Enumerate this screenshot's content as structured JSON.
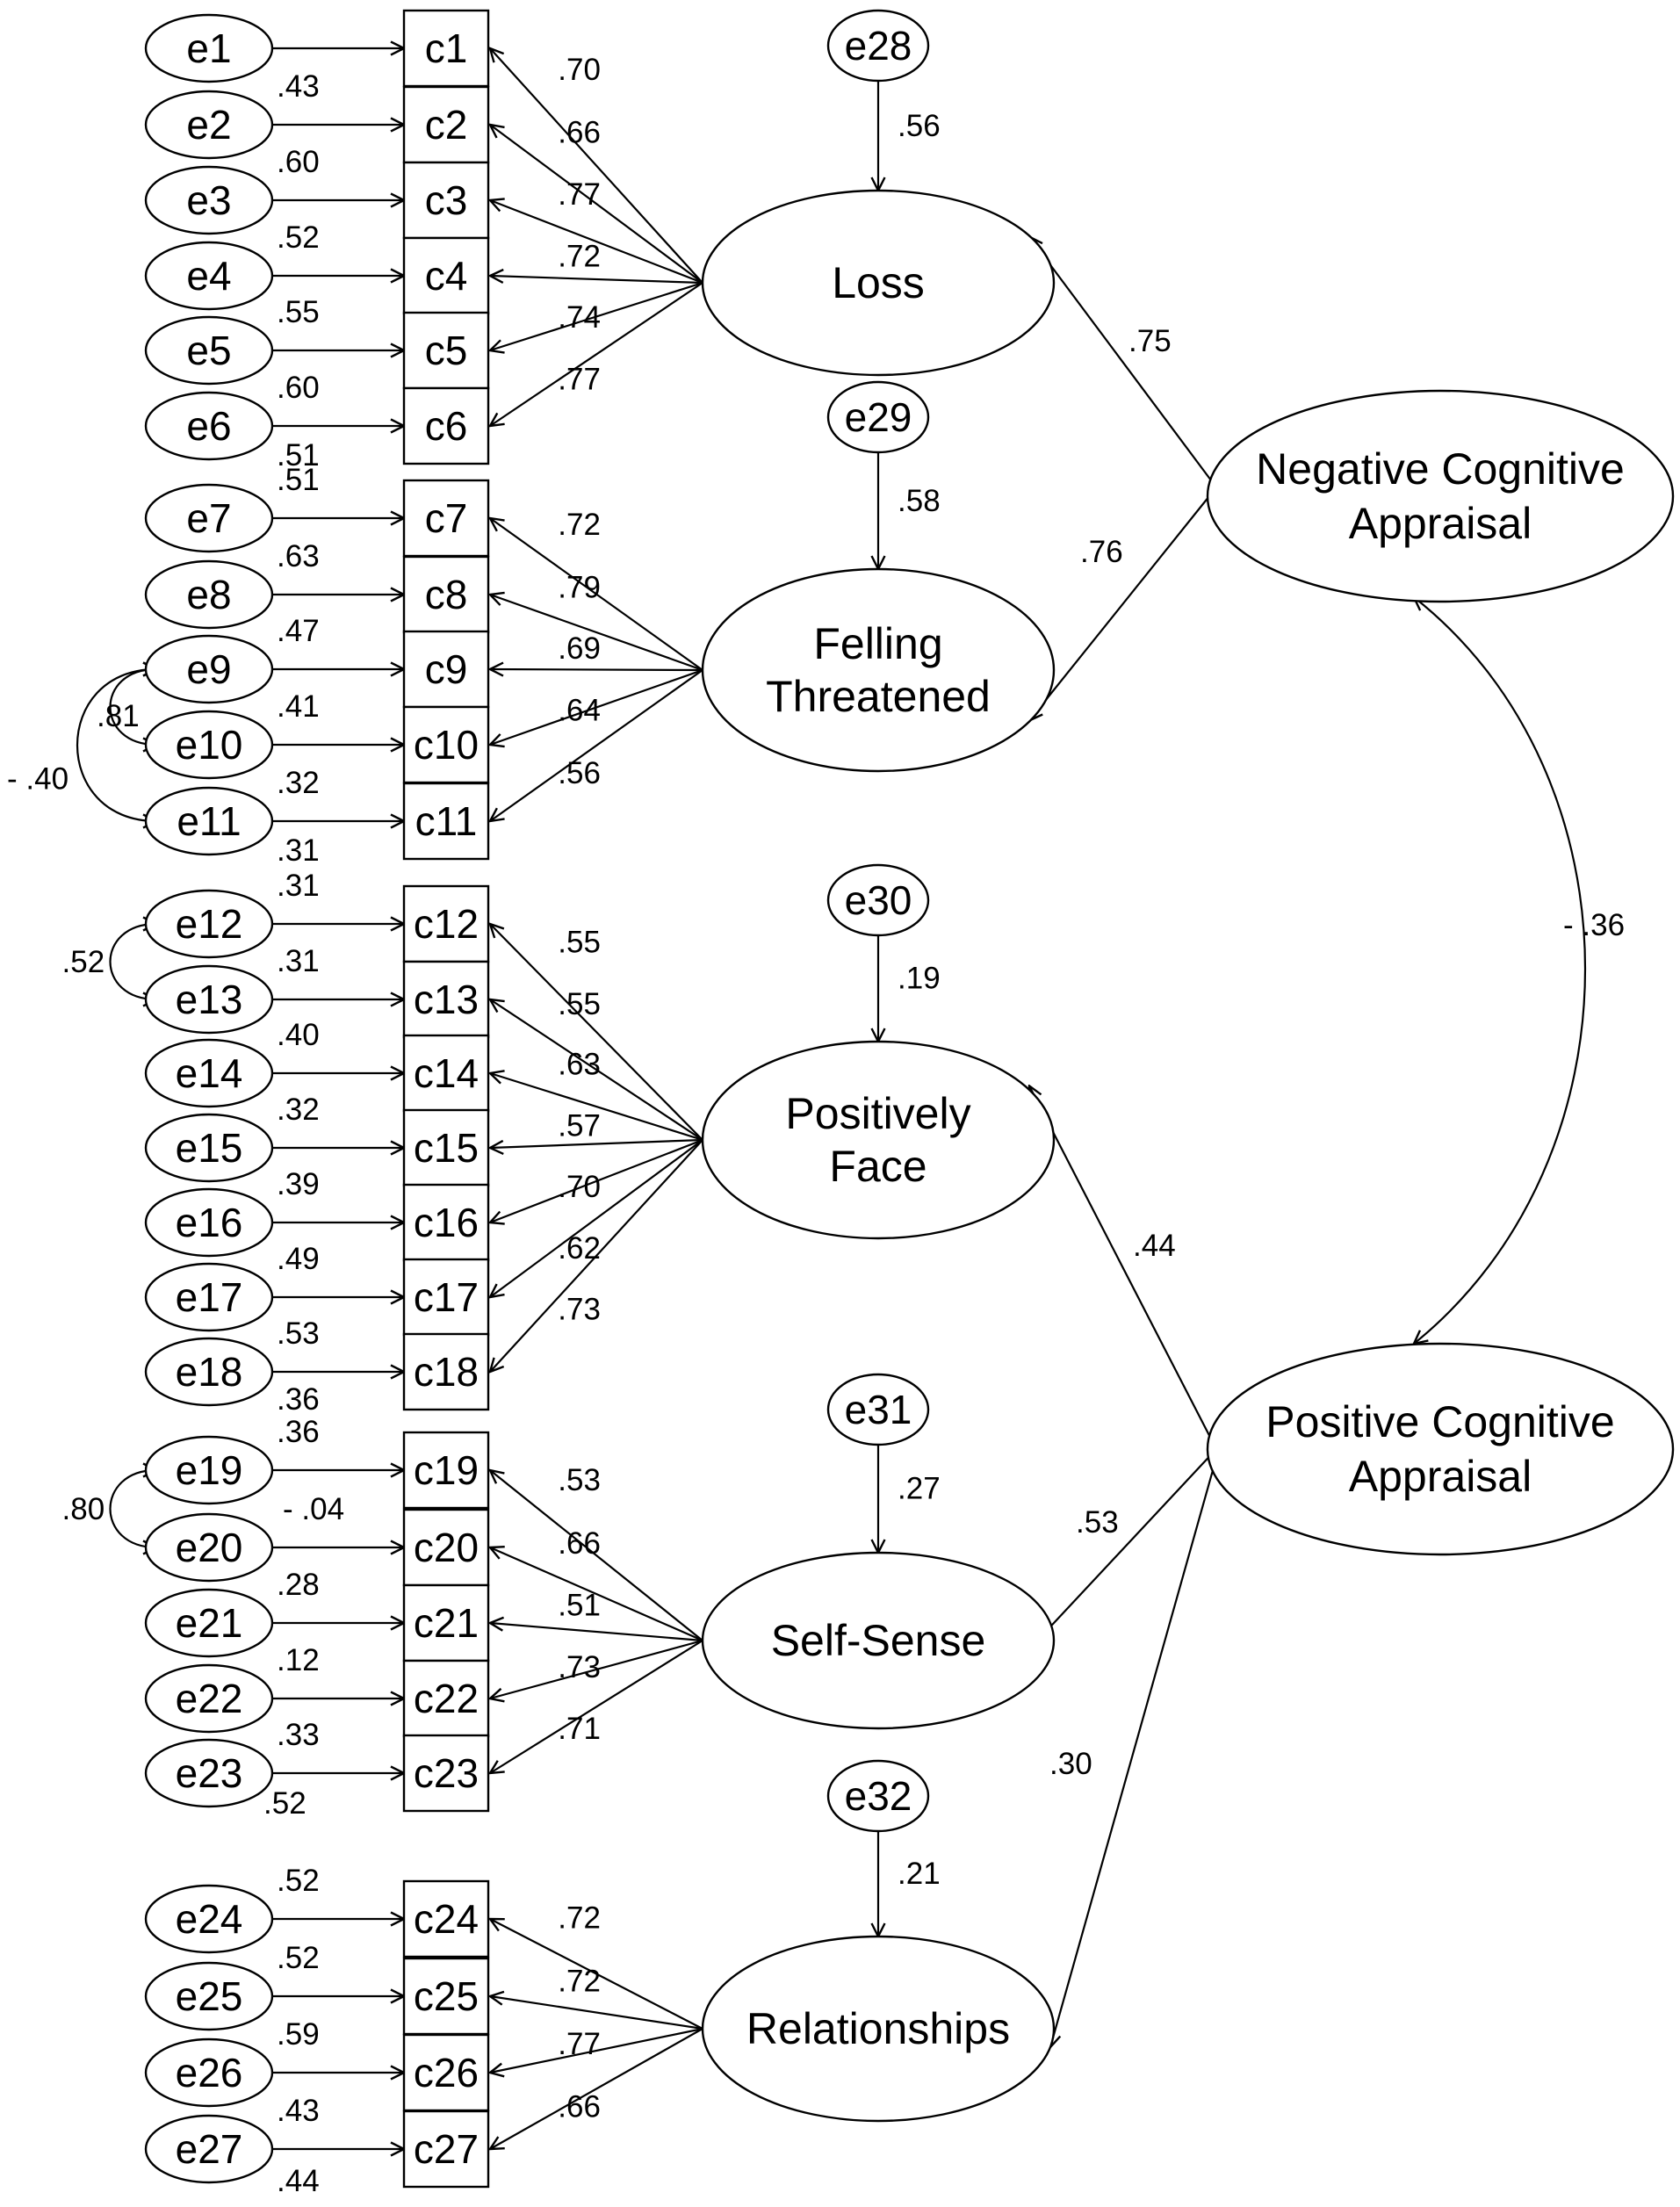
{
  "diagram": {
    "errors": [
      {
        "id": "e1",
        "label": "e1",
        "to": "c1",
        "loading": ""
      },
      {
        "id": "e2",
        "label": "e2",
        "to": "c2",
        "loading": ".43"
      },
      {
        "id": "e3",
        "label": "e3",
        "to": "c3",
        "loading": ".60"
      },
      {
        "id": "e4",
        "label": "e4",
        "to": "c4",
        "loading": ".52"
      },
      {
        "id": "e5",
        "label": "e5",
        "to": "c5",
        "loading": ".55"
      },
      {
        "id": "e6",
        "label": "e6",
        "to": "c6",
        "loading": ".60"
      },
      {
        "id": "e7",
        "label": "e7",
        "to": "c7",
        "loading": ".51"
      },
      {
        "id": "e8",
        "label": "e8",
        "to": "c8",
        "loading": ".63"
      },
      {
        "id": "e9",
        "label": "e9",
        "to": "c9",
        "loading": ".47"
      },
      {
        "id": "e10",
        "label": "e10",
        "to": "c10",
        "loading": ".41"
      },
      {
        "id": "e11",
        "label": "e11",
        "to": "c11",
        "loading": ".32"
      },
      {
        "id": "e12",
        "label": "e12",
        "to": "c12",
        "loading": ".31"
      },
      {
        "id": "e13",
        "label": "e13",
        "to": "c13",
        "loading": ".31"
      },
      {
        "id": "e14",
        "label": "e14",
        "to": "c14",
        "loading": ".40"
      },
      {
        "id": "e15",
        "label": "e15",
        "to": "c15",
        "loading": ".32"
      },
      {
        "id": "e16",
        "label": "e16",
        "to": "c16",
        "loading": ".39"
      },
      {
        "id": "e17",
        "label": "e17",
        "to": "c17",
        "loading": ".49"
      },
      {
        "id": "e18",
        "label": "e18",
        "to": "c18",
        "loading": ".53"
      },
      {
        "id": "e19",
        "label": "e19",
        "to": "c19",
        "loading": ".36"
      },
      {
        "id": "e20",
        "label": "e20",
        "to": "c20",
        "loading": "- .04"
      },
      {
        "id": "e21",
        "label": "e21",
        "to": "c21",
        "loading": ".28"
      },
      {
        "id": "e22",
        "label": "e22",
        "to": "c22",
        "loading": ".12"
      },
      {
        "id": "e23",
        "label": "e23",
        "to": "c23",
        "loading": ".33"
      },
      {
        "id": "e24",
        "label": "e24",
        "to": "c24",
        "loading": ".52"
      },
      {
        "id": "e25",
        "label": "e25",
        "to": "c25",
        "loading": ".52"
      },
      {
        "id": "e26",
        "label": "e26",
        "to": "c26",
        "loading": ".59"
      },
      {
        "id": "e27",
        "label": "e27",
        "to": "c27",
        "loading": ".43"
      }
    ],
    "error_extra_labels": [
      ".51",
      ".31",
      ".36",
      ".52",
      ".44"
    ],
    "indicators": [
      "c1",
      "c2",
      "c3",
      "c4",
      "c5",
      "c6",
      "c7",
      "c8",
      "c9",
      "c10",
      "c11",
      "c12",
      "c13",
      "c14",
      "c15",
      "c16",
      "c17",
      "c18",
      "c19",
      "c20",
      "c21",
      "c22",
      "c23",
      "c24",
      "c25",
      "c26",
      "c27"
    ],
    "first_order": [
      {
        "id": "loss",
        "label_lines": [
          "Loss"
        ],
        "disturbance": "e28",
        "disturbance_coef": ".56",
        "items": [
          "c1",
          "c2",
          "c3",
          "c4",
          "c5",
          "c6"
        ],
        "loadings": [
          ".70",
          ".66",
          ".77",
          ".72",
          ".74",
          ".77"
        ]
      },
      {
        "id": "felling",
        "label_lines": [
          "Felling",
          "Threatened"
        ],
        "disturbance": "e29",
        "disturbance_coef": ".58",
        "items": [
          "c7",
          "c8",
          "c9",
          "c10",
          "c11"
        ],
        "loadings": [
          ".72",
          ".79",
          ".69",
          ".64",
          ".56"
        ]
      },
      {
        "id": "positively",
        "label_lines": [
          "Positively",
          "Face"
        ],
        "disturbance": "e30",
        "disturbance_coef": ".19",
        "items": [
          "c12",
          "c13",
          "c14",
          "c15",
          "c16",
          "c17",
          "c18"
        ],
        "loadings": [
          ".55",
          ".55",
          ".63",
          ".57",
          ".70",
          ".62",
          ".73"
        ]
      },
      {
        "id": "selfsense",
        "label_lines": [
          "Self-Sense"
        ],
        "disturbance": "e31",
        "disturbance_coef": ".27",
        "items": [
          "c19",
          "c20",
          "c21",
          "c22",
          "c23"
        ],
        "loadings": [
          ".53",
          ".66",
          ".51",
          ".73",
          ".71"
        ]
      },
      {
        "id": "relationships",
        "label_lines": [
          "Relationships"
        ],
        "disturbance": "e32",
        "disturbance_coef": ".21",
        "items": [
          "c24",
          "c25",
          "c26",
          "c27"
        ],
        "loadings": [
          ".72",
          ".72",
          ".77",
          ".66"
        ]
      }
    ],
    "second_order": [
      {
        "id": "negative",
        "label_lines": [
          "Negative Cognitive",
          "Appraisal"
        ],
        "paths": [
          {
            "to": "loss",
            "coef": ".75"
          },
          {
            "to": "felling",
            "coef": ".76"
          }
        ]
      },
      {
        "id": "positive",
        "label_lines": [
          "Positive Cognitive",
          "Appraisal"
        ],
        "paths": [
          {
            "to": "positively",
            "coef": ".44"
          },
          {
            "to": "selfsense",
            "coef": ".53"
          },
          {
            "to": "relationships",
            "coef": ".30"
          }
        ]
      }
    ],
    "factor_correlation": "- .36",
    "error_covariances": [
      {
        "between": [
          "e9",
          "e10"
        ],
        "coef": ".81"
      },
      {
        "between": [
          "e9",
          "e11"
        ],
        "coef": "- .40"
      },
      {
        "between": [
          "e12",
          "e13"
        ],
        "coef": ".52"
      },
      {
        "between": [
          "e19",
          "e20"
        ],
        "coef": ".80"
      }
    ]
  }
}
